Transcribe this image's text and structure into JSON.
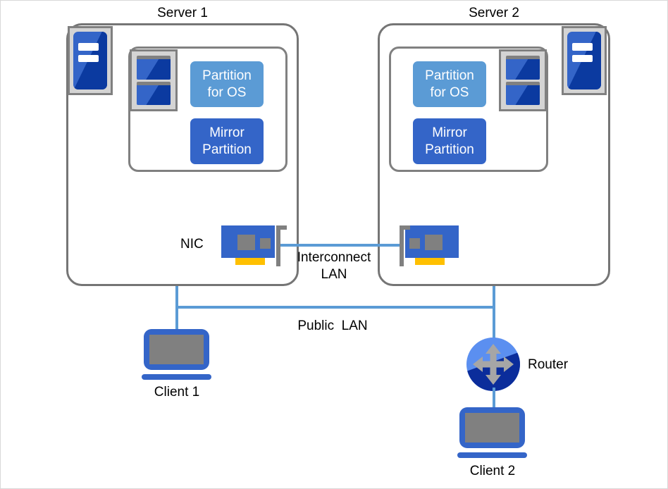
{
  "diagram": {
    "title_server1": "Server 1",
    "title_server2": "Server 2",
    "colors": {
      "accent_blue": "#3465c8",
      "light_blue": "#5b9bd5",
      "dark_blue": "#0b3aa0",
      "gray_border": "#808080",
      "gray_fill": "#d4d4d4",
      "yellow_connector": "#ffc000",
      "router_light": "#5b8ff0",
      "router_dark": "#0b2d9b"
    },
    "servers": [
      {
        "name": "Server 1",
        "partition_os": "Partition\nfor OS",
        "partition_os_line1": "Partition",
        "partition_os_line2": "for OS",
        "partition_mirror_line1": "Mirror",
        "partition_mirror_line2": "Partition"
      },
      {
        "name": "Server 2",
        "partition_os_line1": "Partition",
        "partition_os_line2": "for OS",
        "partition_mirror_line1": "Mirror",
        "partition_mirror_line2": "Partition"
      }
    ],
    "labels": {
      "nic": "NIC",
      "interconnect_line1": "Interconnect",
      "interconnect_line2": "LAN",
      "public_lan": "Public  LAN",
      "router": "Router",
      "client1": "Client 1",
      "client2": "Client 2"
    },
    "icons": {
      "server_tower": "server-tower-icon",
      "disk_array": "disk-array-icon",
      "nic_card": "nic-card-icon",
      "laptop": "laptop-icon",
      "router": "router-icon"
    }
  }
}
